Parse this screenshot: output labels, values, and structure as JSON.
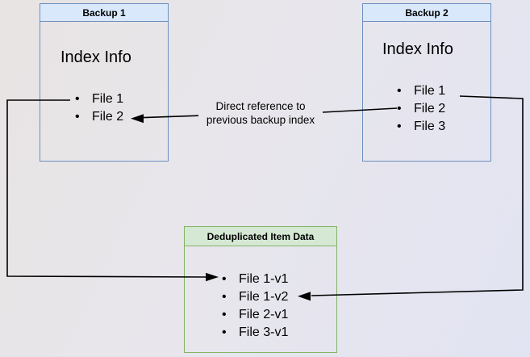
{
  "diagram": {
    "backup1": {
      "title": "Backup 1",
      "subtitle": "Index Info",
      "items": [
        "File 1",
        "File 2"
      ]
    },
    "backup2": {
      "title": "Backup 2",
      "subtitle": "Index Info",
      "items": [
        "File 1",
        "File 2",
        "File 3"
      ]
    },
    "dedup": {
      "title": "Deduplicated Item Data",
      "items": [
        "File 1-v1",
        "File 1-v2",
        "File 2-v1",
        "File 3-v1"
      ]
    },
    "annotation": {
      "line1": "Direct reference to",
      "line2": "previous backup index"
    },
    "colors": {
      "blue_header_fill": "#dae8fc",
      "blue_border": "#6c8ebf",
      "green_header_fill": "#d5e8d4",
      "green_border": "#82b366",
      "connector_line": "#000000"
    }
  }
}
